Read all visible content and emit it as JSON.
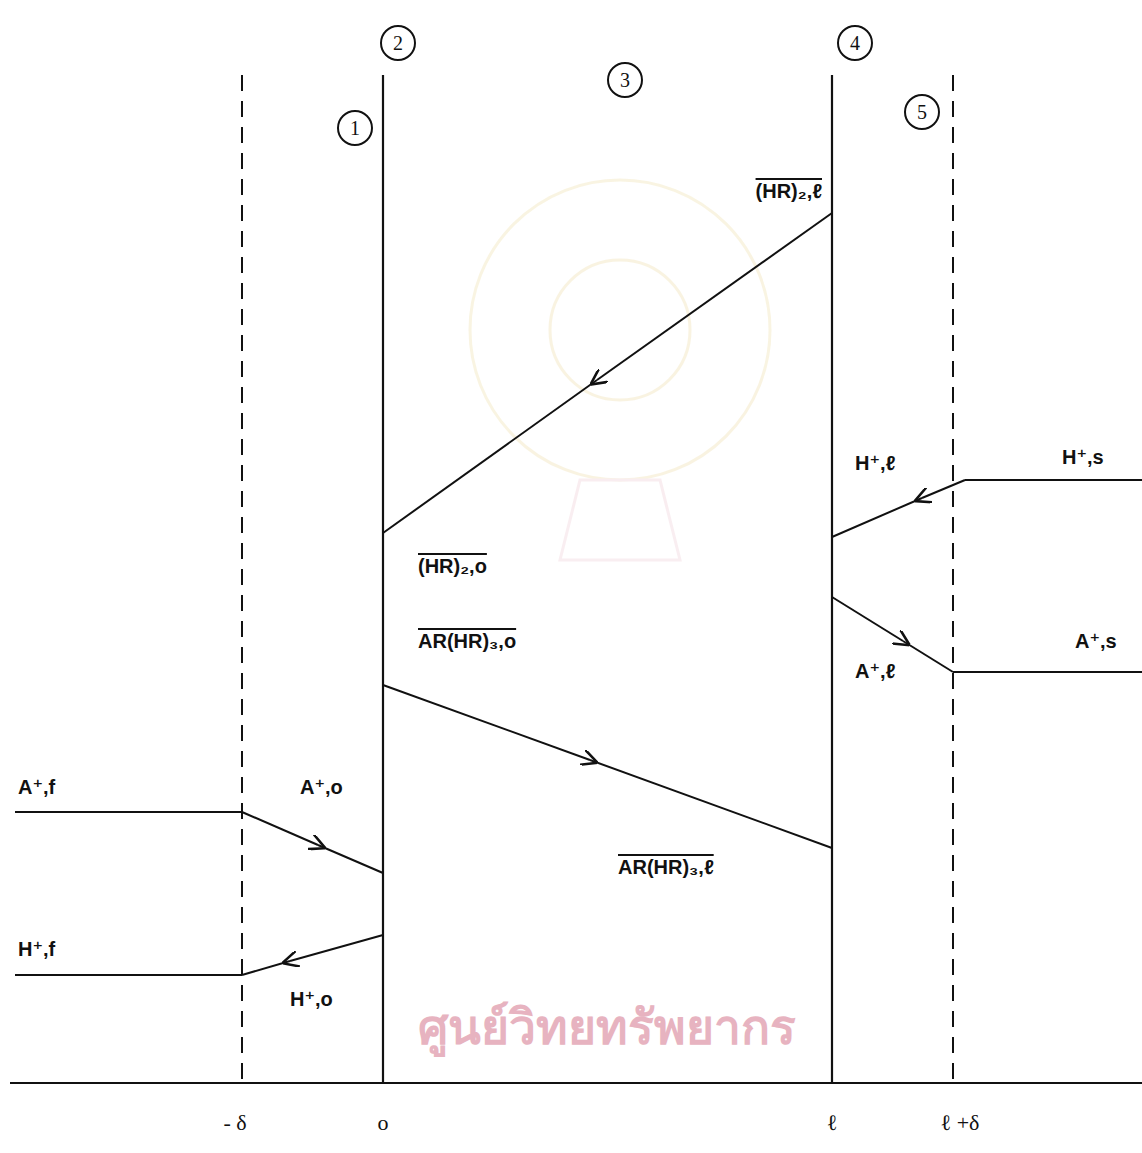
{
  "diagram": {
    "nodes": [
      {
        "text": [
          "1"
        ]
      },
      {
        "text": [
          "2"
        ]
      },
      {
        "text": [
          "3"
        ]
      },
      {
        "text": [
          "4"
        ]
      },
      {
        "text": [
          "5"
        ]
      }
    ],
    "labels": [
      "A⁺,f",
      "A⁺,o",
      "H⁺,f",
      "H⁺,o",
      "(HR)₂,ℓ",
      "(HR)₂,o",
      "AR(HR)₃,o",
      "AR(HR)₃,ℓ",
      "H⁺,ℓ",
      "A⁺,ℓ",
      "H⁺,s",
      "A⁺,s",
      "- δ",
      "o",
      "ℓ",
      "ℓ +δ",
      "ศูนย์วิทยทรัพยากร"
    ]
  }
}
